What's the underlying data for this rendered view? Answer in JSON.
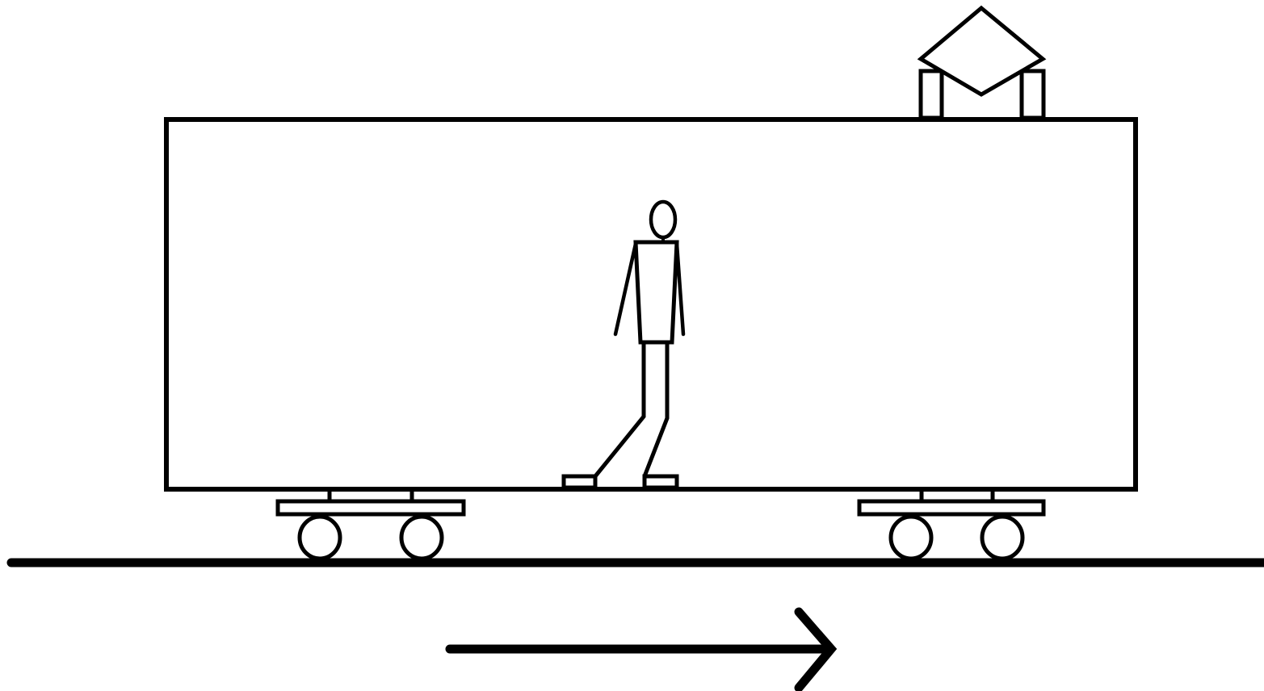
{
  "diagram": {
    "colors": {
      "background": "#ffffff",
      "stroke": "#000000"
    },
    "elements": [
      "train-car",
      "pantograph",
      "walking-person",
      "wheel-bogies",
      "ground-track",
      "motion-arrow"
    ],
    "motion_direction": "right"
  }
}
